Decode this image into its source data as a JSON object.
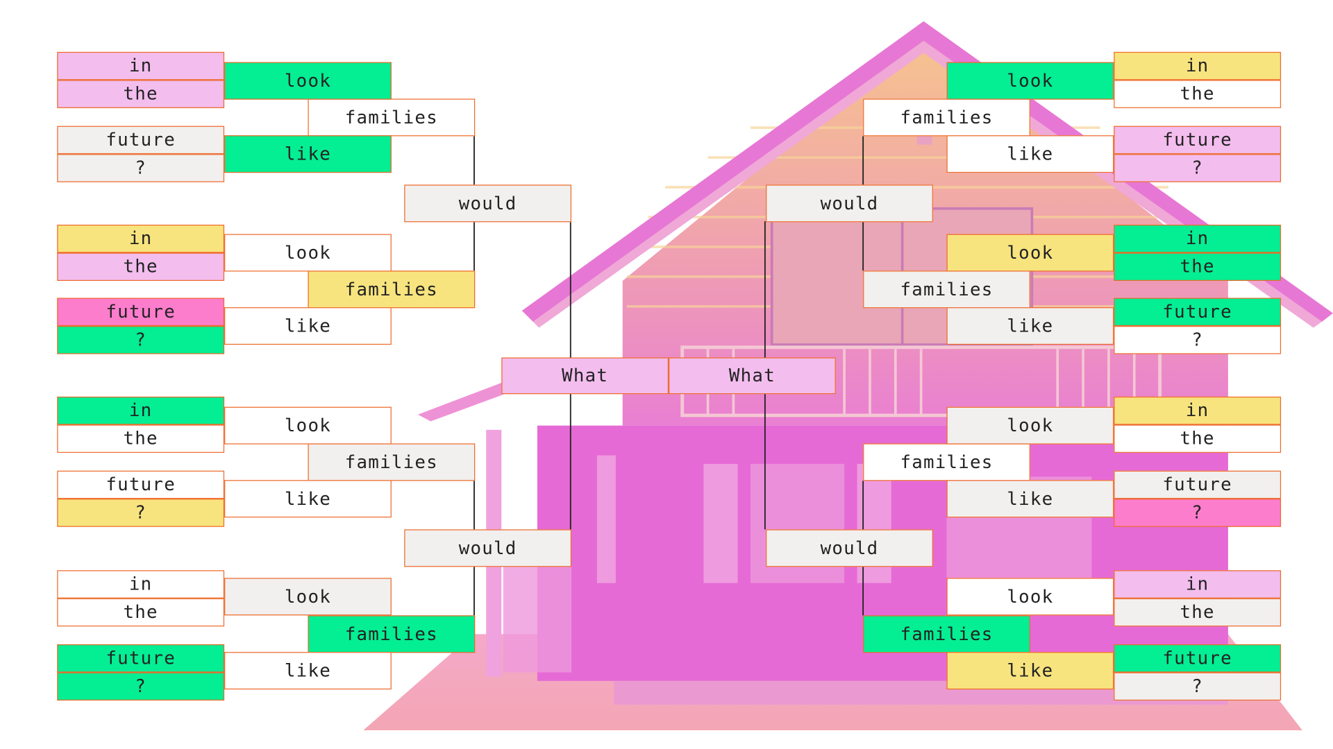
{
  "colors": {
    "white": "#ffffff",
    "light_gray": "#f2efef",
    "pink": "#f3bdee",
    "green": "#04ee93",
    "yellow": "#f8e47e",
    "magenta": "#fd7dcd",
    "border": "#ee6a2a",
    "connector": "#222222"
  },
  "center": [
    {
      "id": "c1",
      "text": "What",
      "color": "pink"
    },
    {
      "id": "c2",
      "text": "What",
      "color": "pink"
    }
  ],
  "boxes": [
    {
      "id": "l-w1",
      "text": "would",
      "color": "light_gray"
    },
    {
      "id": "l-w2",
      "text": "would",
      "color": "light_gray"
    },
    {
      "id": "r-w1",
      "text": "would",
      "color": "light_gray"
    },
    {
      "id": "r-w2",
      "text": "would",
      "color": "light_gray"
    },
    {
      "id": "l1-fam",
      "text": "families",
      "color": "white"
    },
    {
      "id": "l1-look",
      "text": "look",
      "color": "green"
    },
    {
      "id": "l1-like",
      "text": "like",
      "color": "green"
    },
    {
      "id": "l1-in",
      "text": "in",
      "color": "pink"
    },
    {
      "id": "l1-the",
      "text": "the",
      "color": "pink"
    },
    {
      "id": "l1-fut",
      "text": "future",
      "color": "light_gray"
    },
    {
      "id": "l1-q",
      "text": "?",
      "color": "light_gray"
    },
    {
      "id": "l2-fam",
      "text": "families",
      "color": "yellow"
    },
    {
      "id": "l2-look",
      "text": "look",
      "color": "white"
    },
    {
      "id": "l2-like",
      "text": "like",
      "color": "white"
    },
    {
      "id": "l2-in",
      "text": "in",
      "color": "yellow"
    },
    {
      "id": "l2-the",
      "text": "the",
      "color": "pink"
    },
    {
      "id": "l2-fut",
      "text": "future",
      "color": "magenta"
    },
    {
      "id": "l2-q",
      "text": "?",
      "color": "green"
    },
    {
      "id": "l3-fam",
      "text": "families",
      "color": "light_gray"
    },
    {
      "id": "l3-look",
      "text": "look",
      "color": "white"
    },
    {
      "id": "l3-like",
      "text": "like",
      "color": "white"
    },
    {
      "id": "l3-in",
      "text": "in",
      "color": "green"
    },
    {
      "id": "l3-the",
      "text": "the",
      "color": "white"
    },
    {
      "id": "l3-fut",
      "text": "future",
      "color": "white"
    },
    {
      "id": "l3-q",
      "text": "?",
      "color": "yellow"
    },
    {
      "id": "l4-fam",
      "text": "families",
      "color": "green"
    },
    {
      "id": "l4-look",
      "text": "look",
      "color": "light_gray"
    },
    {
      "id": "l4-like",
      "text": "like",
      "color": "white"
    },
    {
      "id": "l4-in",
      "text": "in",
      "color": "white"
    },
    {
      "id": "l4-the",
      "text": "the",
      "color": "white"
    },
    {
      "id": "l4-fut",
      "text": "future",
      "color": "green"
    },
    {
      "id": "l4-q",
      "text": "?",
      "color": "green"
    },
    {
      "id": "r1-fam",
      "text": "families",
      "color": "white"
    },
    {
      "id": "r1-look",
      "text": "look",
      "color": "green"
    },
    {
      "id": "r1-like",
      "text": "like",
      "color": "white"
    },
    {
      "id": "r1-in",
      "text": "in",
      "color": "yellow"
    },
    {
      "id": "r1-the",
      "text": "the",
      "color": "white"
    },
    {
      "id": "r1-fut",
      "text": "future",
      "color": "pink"
    },
    {
      "id": "r1-q",
      "text": "?",
      "color": "pink"
    },
    {
      "id": "r2-fam",
      "text": "families",
      "color": "light_gray"
    },
    {
      "id": "r2-look",
      "text": "look",
      "color": "yellow"
    },
    {
      "id": "r2-like",
      "text": "like",
      "color": "light_gray"
    },
    {
      "id": "r2-in",
      "text": "in",
      "color": "green"
    },
    {
      "id": "r2-the",
      "text": "the",
      "color": "green"
    },
    {
      "id": "r2-fut",
      "text": "future",
      "color": "green"
    },
    {
      "id": "r2-q",
      "text": "?",
      "color": "white"
    },
    {
      "id": "r3-fam",
      "text": "families",
      "color": "white"
    },
    {
      "id": "r3-look",
      "text": "look",
      "color": "light_gray"
    },
    {
      "id": "r3-like",
      "text": "like",
      "color": "light_gray"
    },
    {
      "id": "r3-in",
      "text": "in",
      "color": "yellow"
    },
    {
      "id": "r3-the",
      "text": "the",
      "color": "white"
    },
    {
      "id": "r3-fut",
      "text": "future",
      "color": "light_gray"
    },
    {
      "id": "r3-q",
      "text": "?",
      "color": "magenta"
    },
    {
      "id": "r4-fam",
      "text": "families",
      "color": "green"
    },
    {
      "id": "r4-look",
      "text": "look",
      "color": "white"
    },
    {
      "id": "r4-like",
      "text": "like",
      "color": "yellow"
    },
    {
      "id": "r4-in",
      "text": "in",
      "color": "pink"
    },
    {
      "id": "r4-the",
      "text": "the",
      "color": "light_gray"
    },
    {
      "id": "r4-fut",
      "text": "future",
      "color": "green"
    },
    {
      "id": "r4-q",
      "text": "?",
      "color": "light_gray"
    }
  ]
}
